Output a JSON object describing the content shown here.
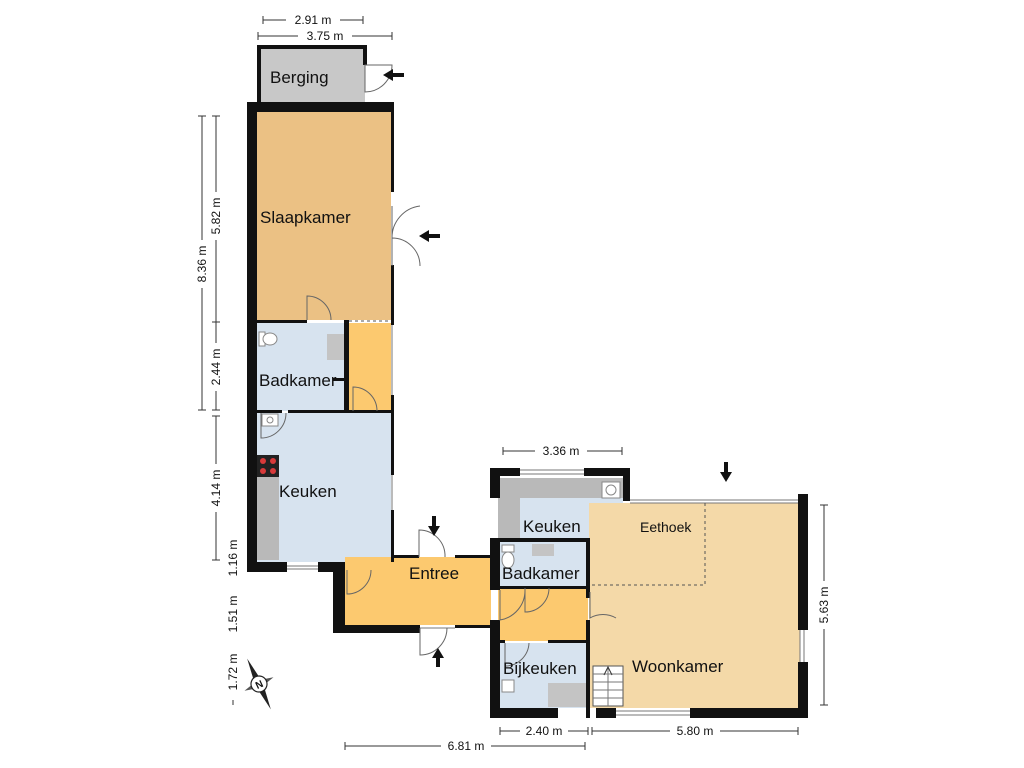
{
  "colors": {
    "living": "#f4d9a8",
    "bedroom": "#ebc184",
    "circulation": "#fcc96f",
    "wet": "#d7e3ef",
    "storage": "#c8c8c8",
    "wall": "#111111"
  },
  "rooms": {
    "berging": "Berging",
    "slaapkamer": "Slaapkamer",
    "badkamer_left": "Badkamer",
    "keuken_left": "Keuken",
    "entree": "Entree",
    "keuken_right": "Keuken",
    "eethoek": "Eethoek",
    "badkamer_right": "Badkamer",
    "woonkamer": "Woonkamer",
    "bijkeuken": "Bijkeuken"
  },
  "dimensions": {
    "top_inner": "2.91 m",
    "top_outer": "3.75 m",
    "left_total": "8.36 m",
    "left_slaapkamer": "5.82 m",
    "left_badkamer": "2.44 m",
    "left_keuken": "4.14 m",
    "left_a": "1.16 m",
    "left_b": "1.51 m",
    "left_c": "1.72 m",
    "keuken_right_width": "3.36 m",
    "woonkamer_height": "5.63 m",
    "bottom_bijkeuken": "2.40 m",
    "bottom_woonkamer": "5.80 m",
    "bottom_total": "6.81 m"
  },
  "compass": {
    "label": "N",
    "icon": "compass-icon"
  }
}
